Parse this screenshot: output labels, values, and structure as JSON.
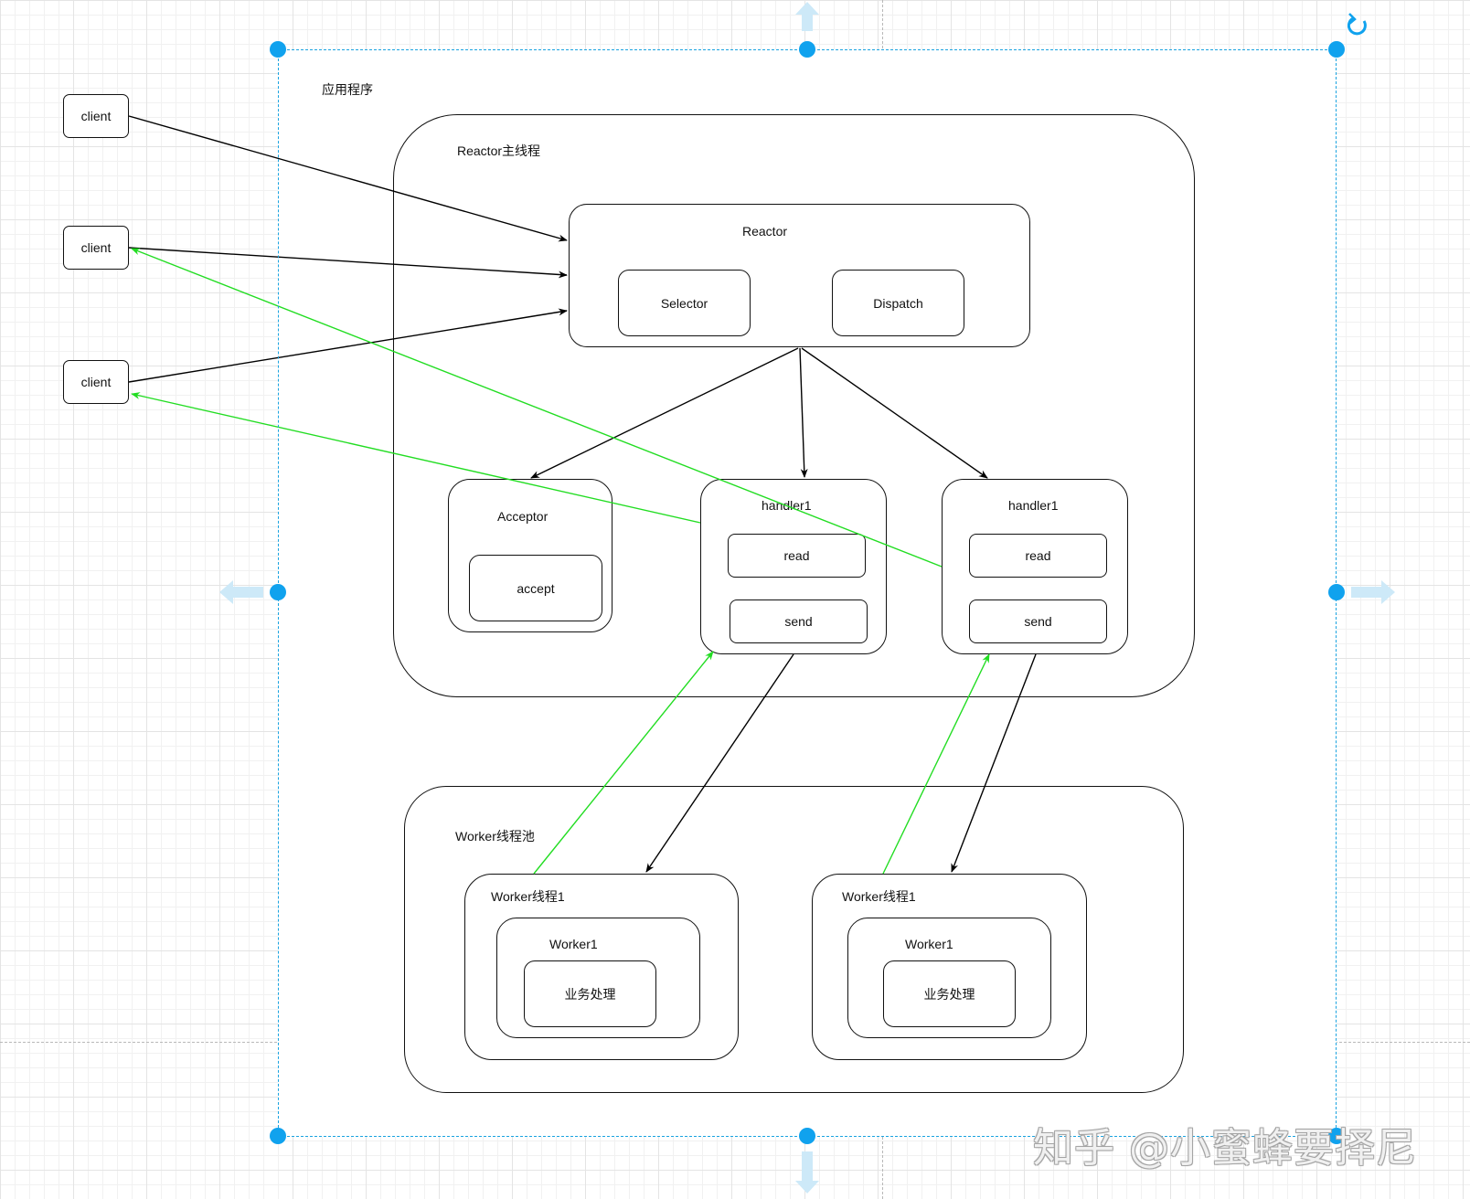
{
  "app_container": {
    "title": "应用程序"
  },
  "reactor_thread": {
    "title": "Reactor主线程"
  },
  "reactor": {
    "title": "Reactor",
    "selector": "Selector",
    "dispatch": "Dispatch"
  },
  "acceptor": {
    "title": "Acceptor",
    "accept": "accept"
  },
  "handlers": [
    {
      "title": "handler1",
      "read": "read",
      "send": "send"
    },
    {
      "title": "handler1",
      "read": "read",
      "send": "send"
    }
  ],
  "clients": [
    "client",
    "client",
    "client"
  ],
  "worker_pool": {
    "title": "Worker线程池",
    "threads": [
      {
        "title": "Worker线程1",
        "worker": "Worker1",
        "task": "业务处理"
      },
      {
        "title": "Worker线程1",
        "worker": "Worker1",
        "task": "业务处理"
      }
    ]
  },
  "colors": {
    "request_edge": "#000000",
    "response_edge": "#22dd22",
    "selection": "#10a2ee"
  },
  "watermark": "知乎 @小蜜蜂要择尼"
}
